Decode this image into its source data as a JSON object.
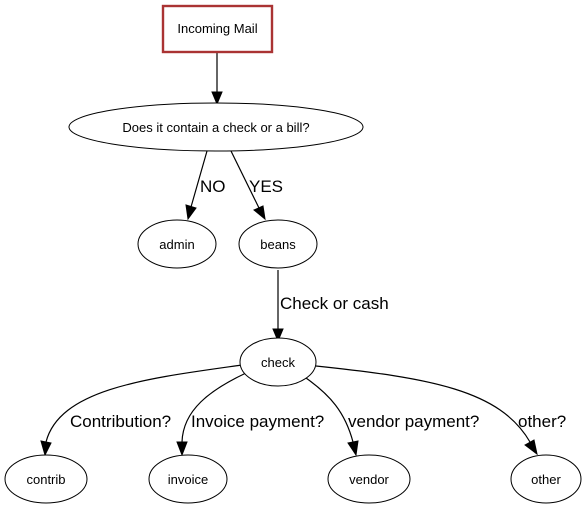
{
  "nodes": {
    "root": "Incoming Mail",
    "question": "Does it contain a check or a bill?",
    "admin": "admin",
    "beans": "beans",
    "check": "check",
    "contrib": "contrib",
    "invoice": "invoice",
    "vendor": "vendor",
    "other": "other"
  },
  "edges": {
    "no": "NO",
    "yes": "YES",
    "check_or_cash": "Check or cash",
    "contribution": "Contribution?",
    "invoice_payment": "Invoice payment?",
    "vendor_payment": "vendor payment?",
    "other": "other?"
  },
  "colors": {
    "root_border": "#aa3333",
    "line": "#000000"
  }
}
